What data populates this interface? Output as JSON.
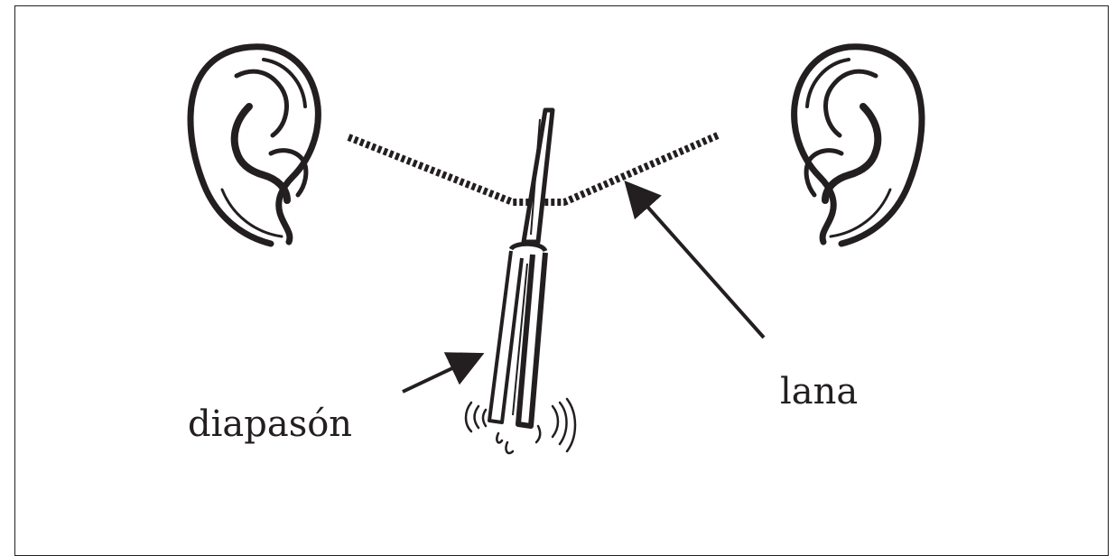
{
  "labels": {
    "diapason": "diapasón",
    "lana": "lana"
  },
  "colors": {
    "ink": "#231f20",
    "background": "#ffffff"
  },
  "icons": [
    "left-ear-icon",
    "right-ear-icon",
    "tuning-fork-icon",
    "yarn-strand",
    "arrow-to-tuning-fork",
    "arrow-to-yarn",
    "vibration-marks-icon"
  ]
}
